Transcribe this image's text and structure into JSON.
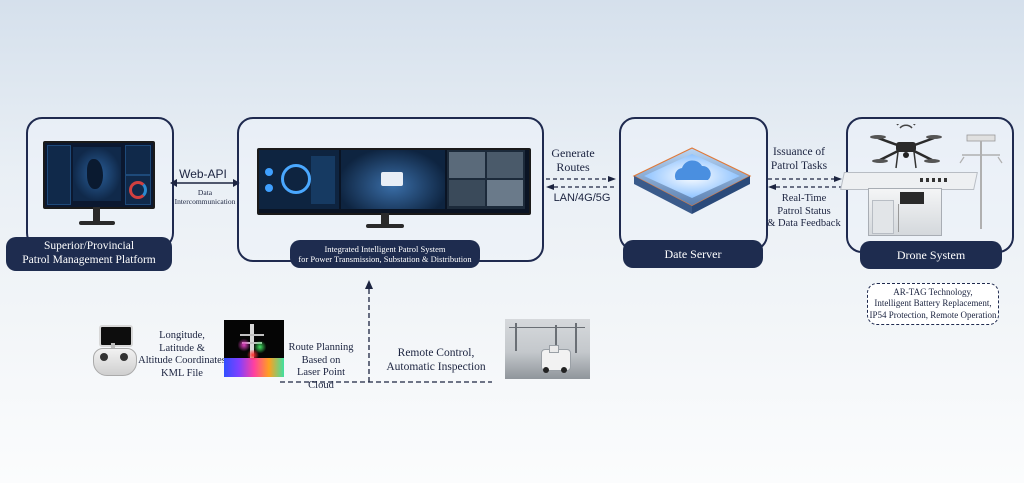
{
  "nodes": {
    "platform": {
      "label_line1": "Superior/Provincial",
      "label_line2": "Patrol Management Platform"
    },
    "integrated": {
      "label_line1": "Integrated Intelligent Patrol System",
      "label_line2": "for Power Transmission, Substation & Distribution"
    },
    "server": {
      "label": "Date Server"
    },
    "drone": {
      "label": "Drone System"
    }
  },
  "connections": {
    "web_api": {
      "title": "Web-API",
      "sub_line1": "Data",
      "sub_line2": "Intercommunication"
    },
    "routes": {
      "line1": "Generate",
      "line2": "Routes",
      "network": "LAN/4G/5G"
    },
    "tasks": {
      "line1": "Issuance of",
      "line2": "Patrol Tasks",
      "feedback1": "Real-Time",
      "feedback2": "Patrol Status",
      "feedback3": "& Data Feedback"
    }
  },
  "drone_features": {
    "line1": "AR-TAG Technology,",
    "line2": "Intelligent Battery Replacement,",
    "line3": "IP54 Protection, Remote Operation"
  },
  "bottom": {
    "coords": {
      "line1": "Longitude,",
      "line2": "Latitude &",
      "line3": "Altitude Coordinates",
      "line4": "KML File"
    },
    "route_planning": {
      "line1": "Route Planning",
      "line2": "Based on",
      "line3": "Laser Point Cloud"
    },
    "remote": {
      "line1": "Remote Control,",
      "line2": "Automatic Inspection"
    }
  },
  "colors": {
    "navy": "#1e2c4f",
    "accent_red": "#c0392b",
    "cloud_blue": "#8fc3ff"
  }
}
